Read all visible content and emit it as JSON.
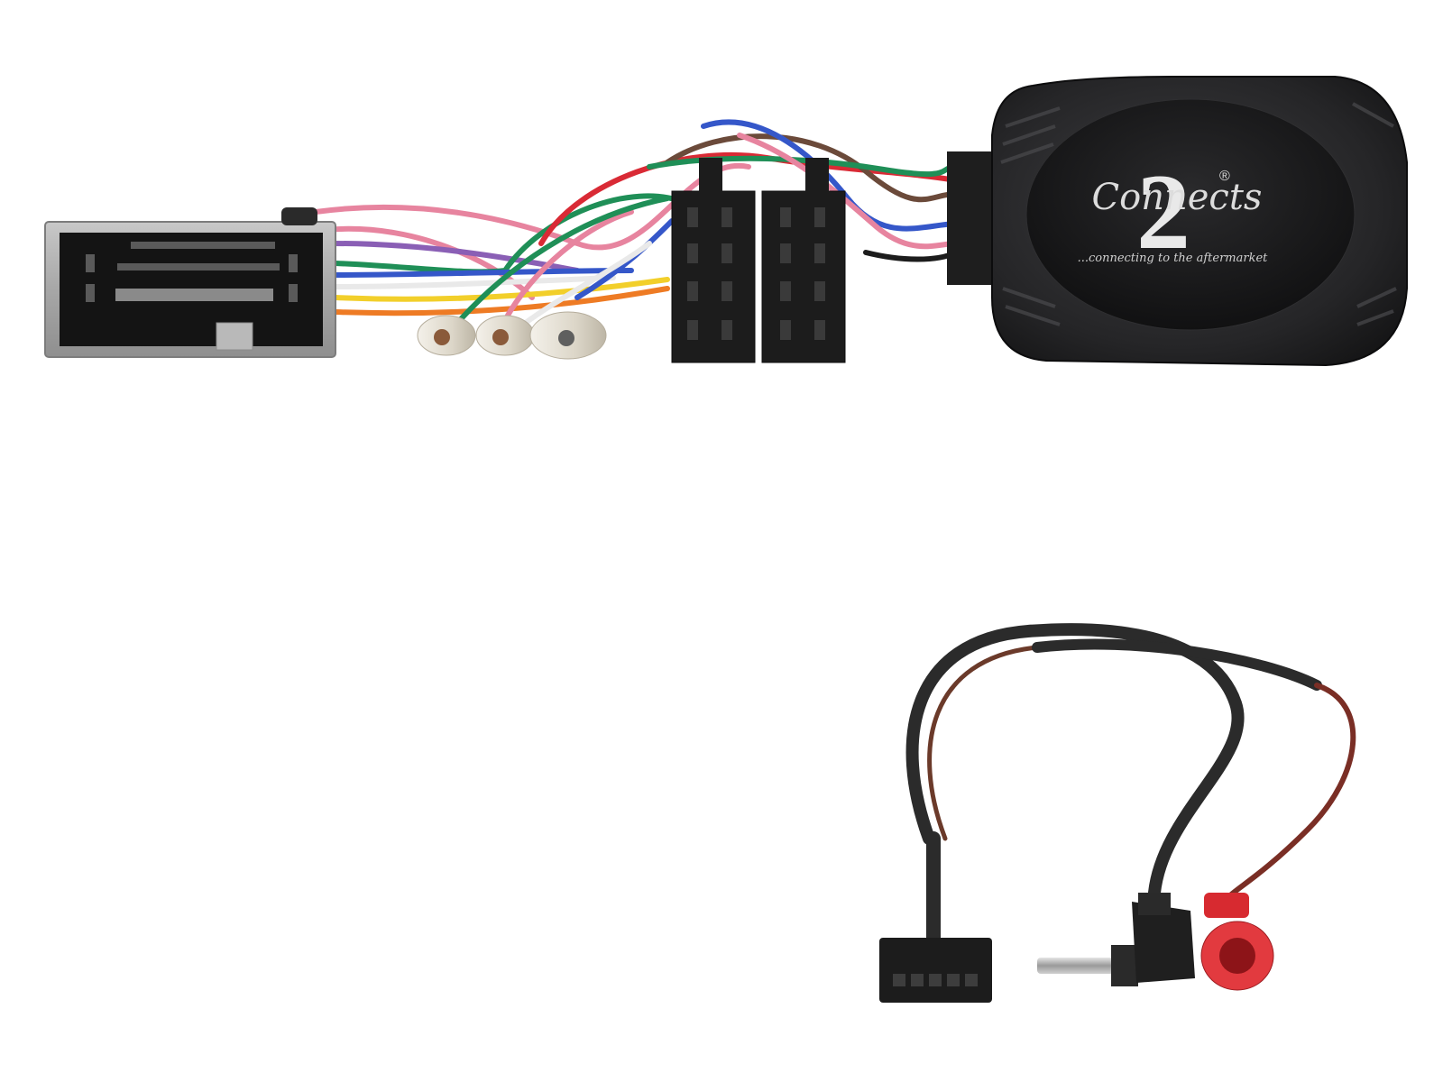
{
  "logo": {
    "brand_word": "Connects",
    "brand_numeral": "2",
    "registered_mark": "®",
    "tagline": "...connecting to the aftermarket"
  },
  "colors": {
    "background": "#ffffff",
    "module_body": "#2b2b2d",
    "connector_gray": "#a9a9a9",
    "iso_black": "#1c1c1c",
    "wire_pink": "#e7849f",
    "wire_violet": "#8a5fb5",
    "wire_green": "#1f8f57",
    "wire_blue": "#3557c9",
    "wire_yellow": "#f2cf2a",
    "wire_orange": "#ee7b24",
    "wire_red": "#d92a35",
    "wire_brown": "#6b4a3a",
    "wire_white": "#e9e9e9"
  }
}
